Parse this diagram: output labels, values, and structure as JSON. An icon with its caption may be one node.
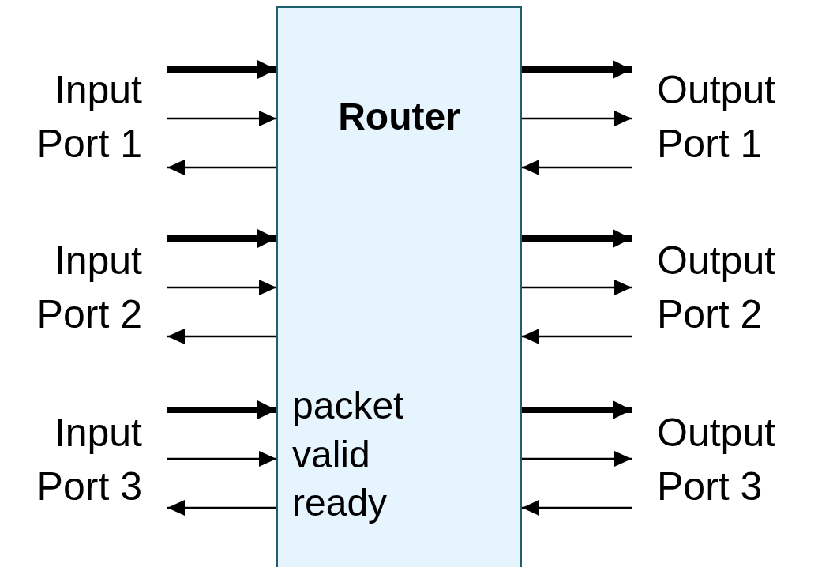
{
  "diagram": {
    "nodes": [
      {
        "text": [
          "Router"
        ]
      },
      {
        "text": [
          "Input Port 1"
        ]
      },
      {
        "text": [
          "Input Port 2"
        ]
      },
      {
        "text": [
          "Input Port 3"
        ]
      },
      {
        "text": [
          "Output Port 1"
        ]
      },
      {
        "text": [
          "Output Port 2"
        ]
      },
      {
        "text": [
          "Output Port 3"
        ]
      }
    ],
    "edges": [
      {
        "from": 1,
        "to": 0,
        "arrow": "to",
        "style": "thick"
      },
      {
        "from": 1,
        "to": 0,
        "arrow": "to"
      },
      {
        "from": 0,
        "to": 1,
        "arrow": "to"
      },
      {
        "from": 2,
        "to": 0,
        "arrow": "to",
        "style": "thick"
      },
      {
        "from": 2,
        "to": 0,
        "arrow": "to"
      },
      {
        "from": 0,
        "to": 2,
        "arrow": "to"
      },
      {
        "from": 3,
        "to": 0,
        "arrow": "to",
        "style": "thick"
      },
      {
        "from": 3,
        "to": 0,
        "arrow": "to"
      },
      {
        "from": 0,
        "to": 3,
        "arrow": "to"
      },
      {
        "from": 0,
        "to": 4,
        "arrow": "to",
        "style": "thick"
      },
      {
        "from": 0,
        "to": 4,
        "arrow": "to"
      },
      {
        "from": 4,
        "to": 0,
        "arrow": "to"
      },
      {
        "from": 0,
        "to": 5,
        "arrow": "to",
        "style": "thick"
      },
      {
        "from": 0,
        "to": 5,
        "arrow": "to"
      },
      {
        "from": 5,
        "to": 0,
        "arrow": "to"
      },
      {
        "from": 0,
        "to": 6,
        "arrow": "to",
        "style": "thick"
      },
      {
        "from": 0,
        "to": 6,
        "arrow": "to"
      },
      {
        "from": 6,
        "to": 0,
        "arrow": "to"
      }
    ],
    "labels": [
      "packet",
      "valid",
      "ready"
    ]
  }
}
